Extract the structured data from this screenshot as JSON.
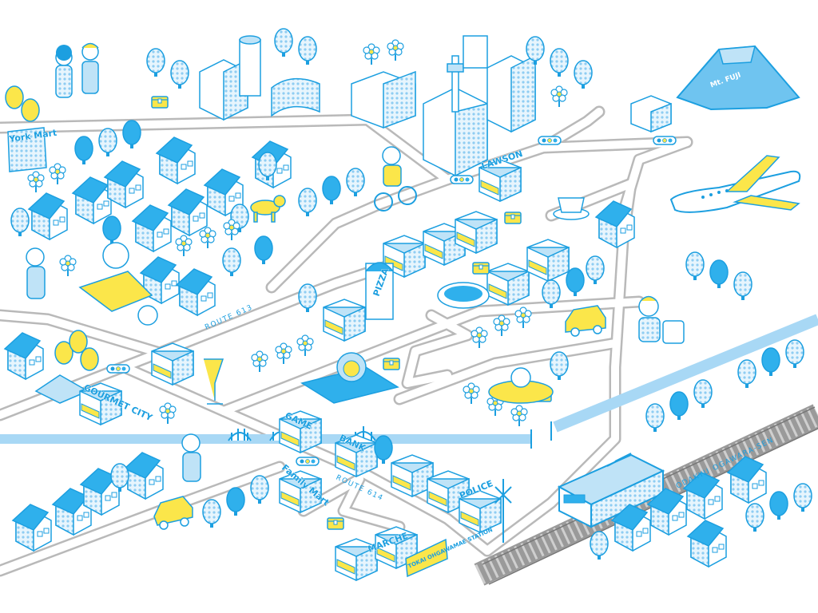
{
  "map": {
    "labels": {
      "york_mart": "York Mart",
      "lawson": "LAWSON",
      "pizza": "PIZZA",
      "gourmet_city": "GOURMET CITY",
      "game": "GAME",
      "bank": "BANK",
      "family_mart": "Family Mart",
      "police": "POLICE",
      "marche": "MARCHE",
      "station": "TOKAI OHGAWAMAE STATION",
      "mt_fuji": "Mt. FUJI"
    },
    "roads": {
      "route_613": "ROUTE 613",
      "route_614": "ROUTE 614",
      "railway": "ODAKYU OGAWARA-SEN"
    },
    "colors": {
      "blue": "#1c9fe0",
      "light_blue": "#bfe3f7",
      "yellow": "#fbe64a",
      "road": "#d9d9d9",
      "river": "#a8d8f5"
    }
  }
}
